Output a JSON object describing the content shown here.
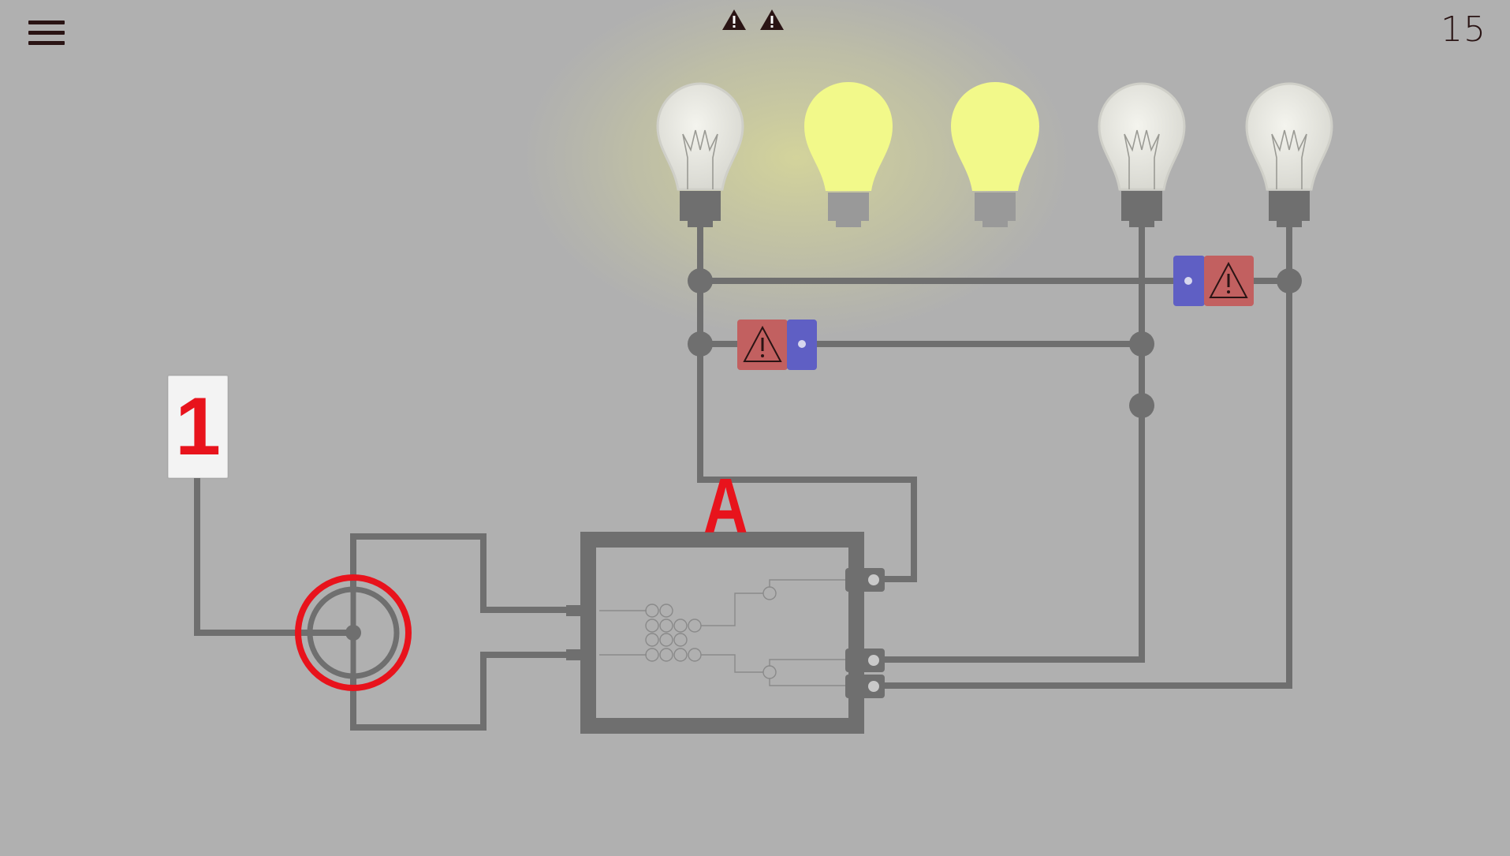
{
  "hud": {
    "menu_icon": "hamburger-menu-icon",
    "level_number": "15",
    "warnings": [
      "warning-icon",
      "warning-icon"
    ]
  },
  "input_card": {
    "value": "1"
  },
  "chip": {
    "label": "A"
  },
  "colors": {
    "background": "#b0b0b0",
    "wire": "#6f6f6f",
    "accent_red": "#e8131c",
    "bulb_lit": "#f2f98a",
    "bulb_off": "#e6e6e0",
    "component_red": "#c26060",
    "component_blue": "#5f5fc4"
  },
  "bulbs": [
    {
      "id": 1,
      "state": "off"
    },
    {
      "id": 2,
      "state": "on"
    },
    {
      "id": 3,
      "state": "on"
    },
    {
      "id": 4,
      "state": "off"
    },
    {
      "id": 5,
      "state": "off"
    }
  ],
  "components": [
    {
      "type": "warning-diode",
      "orientation": "blue-left"
    },
    {
      "type": "warning-diode",
      "orientation": "red-left"
    }
  ]
}
